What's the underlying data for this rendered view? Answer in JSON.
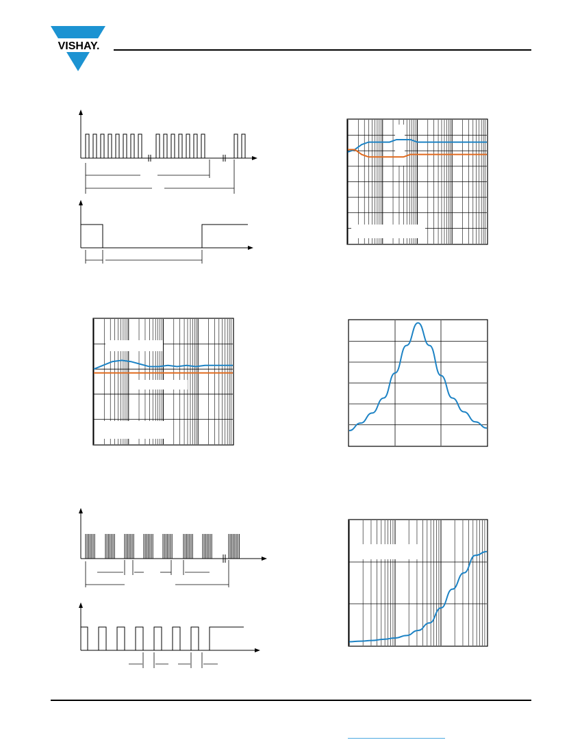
{
  "header": {
    "brand_name": "VISHAY.",
    "brand_color": "#1c93d2"
  },
  "colors": {
    "blue_curve": "#1c82c4",
    "orange_curve": "#e06a1e",
    "link_underline": "#49a8e0"
  },
  "figures": {
    "pulse_train_top": {
      "icon": "pulse-train-timing-diagram"
    },
    "output_timing_top": {
      "icon": "output-step-timing-diagram"
    },
    "chart_a": {
      "icon": "log-grid-chart-blue-orange"
    },
    "chart_b": {
      "icon": "log-grid-chart-blue-orange"
    },
    "chart_c": {
      "icon": "bandpass-peak-chart"
    },
    "pulse_train_bottom": {
      "icon": "pulse-burst-timing-diagram"
    },
    "output_timing_bottom": {
      "icon": "output-pulse-timing-diagram"
    },
    "chart_d": {
      "icon": "log-grid-rising-curve-chart"
    }
  },
  "chart_data": [
    {
      "type": "line",
      "series": [
        {
          "y": [
            0.74,
            0.76,
            0.8,
            0.82,
            0.82,
            0.82,
            0.82,
            0.84,
            0.84,
            0.84,
            0.82,
            0.82,
            0.82,
            0.82,
            0.82,
            0.82,
            0.82,
            0.82,
            0.82,
            0.82,
            0.82
          ]
        },
        {
          "y": [
            0.76,
            0.76,
            0.72,
            0.7,
            0.7,
            0.7,
            0.7,
            0.7,
            0.7,
            0.72,
            0.72,
            0.72,
            0.72,
            0.72,
            0.72,
            0.72,
            0.72,
            0.72,
            0.72,
            0.72,
            0.72
          ]
        }
      ],
      "grid": true,
      "xscale": "log"
    },
    {
      "type": "line",
      "series": [
        {
          "y": [
            0.6,
            0.63,
            0.66,
            0.67,
            0.66,
            0.64,
            0.62,
            0.62,
            0.63,
            0.62,
            0.63,
            0.62,
            0.63,
            0.63,
            0.63,
            0.63
          ]
        },
        {
          "y": [
            0.57,
            0.57,
            0.57,
            0.57,
            0.57,
            0.57,
            0.57,
            0.57,
            0.57,
            0.57,
            0.57,
            0.57,
            0.57,
            0.57,
            0.57,
            0.57
          ]
        }
      ],
      "grid": true,
      "xscale": "log"
    },
    {
      "type": "line",
      "series": [
        {
          "y": [
            0.12,
            0.18,
            0.26,
            0.38,
            0.58,
            0.8,
            0.98,
            0.8,
            0.56,
            0.38,
            0.27,
            0.19,
            0.14
          ]
        }
      ],
      "grid": true
    },
    {
      "type": "line",
      "series": [
        {
          "y": [
            0.03,
            0.035,
            0.04,
            0.05,
            0.06,
            0.08,
            0.12,
            0.18,
            0.3,
            0.45,
            0.58,
            0.72,
            0.75
          ]
        }
      ],
      "grid": true,
      "xscale": "log"
    }
  ]
}
